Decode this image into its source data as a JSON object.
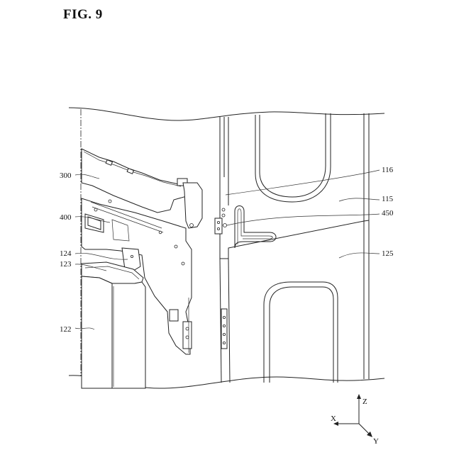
{
  "figure": {
    "title": "FIG. 9"
  },
  "labels": [
    {
      "id": "300",
      "text": "300"
    },
    {
      "id": "400",
      "text": "400"
    },
    {
      "id": "124",
      "text": "124"
    },
    {
      "id": "123",
      "text": "123"
    },
    {
      "id": "122",
      "text": "122"
    },
    {
      "id": "116",
      "text": "116"
    },
    {
      "id": "115",
      "text": "115"
    },
    {
      "id": "450",
      "text": "450"
    },
    {
      "id": "125",
      "text": "125"
    }
  ],
  "axes": {
    "z": "Z",
    "x": "X",
    "y": "Y"
  }
}
